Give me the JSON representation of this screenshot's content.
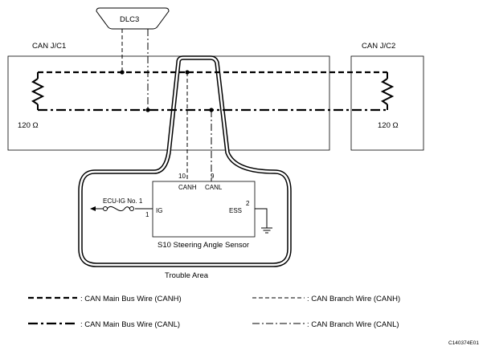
{
  "diagram": {
    "dlc3_label": "DLC3",
    "can_jc1_label": "CAN J/C1",
    "can_jc2_label": "CAN J/C2",
    "resistor_left_label": "120 Ω",
    "resistor_right_label": "120 Ω",
    "ecu_label": "ECU-IG No. 1",
    "pin_canh_number": "10",
    "pin_canl_number": "9",
    "pin_canh_label": "CANH",
    "pin_canl_label": "CANL",
    "pin_ig_number": "1",
    "pin_ig_label": "IG",
    "pin_ess_number": "2",
    "pin_ess_label": "ESS",
    "sensor_label": "S10  Steering Angle Sensor",
    "trouble_area_label": "Trouble Area"
  },
  "legend": {
    "main_canh": ": CAN Main Bus Wire (CANH)",
    "main_canl": ": CAN Main Bus Wire (CANL)",
    "branch_canh": ": CAN Branch Wire (CANH)",
    "branch_canl": ": CAN Branch Wire (CANL)"
  },
  "figure_id": "C140374E01"
}
